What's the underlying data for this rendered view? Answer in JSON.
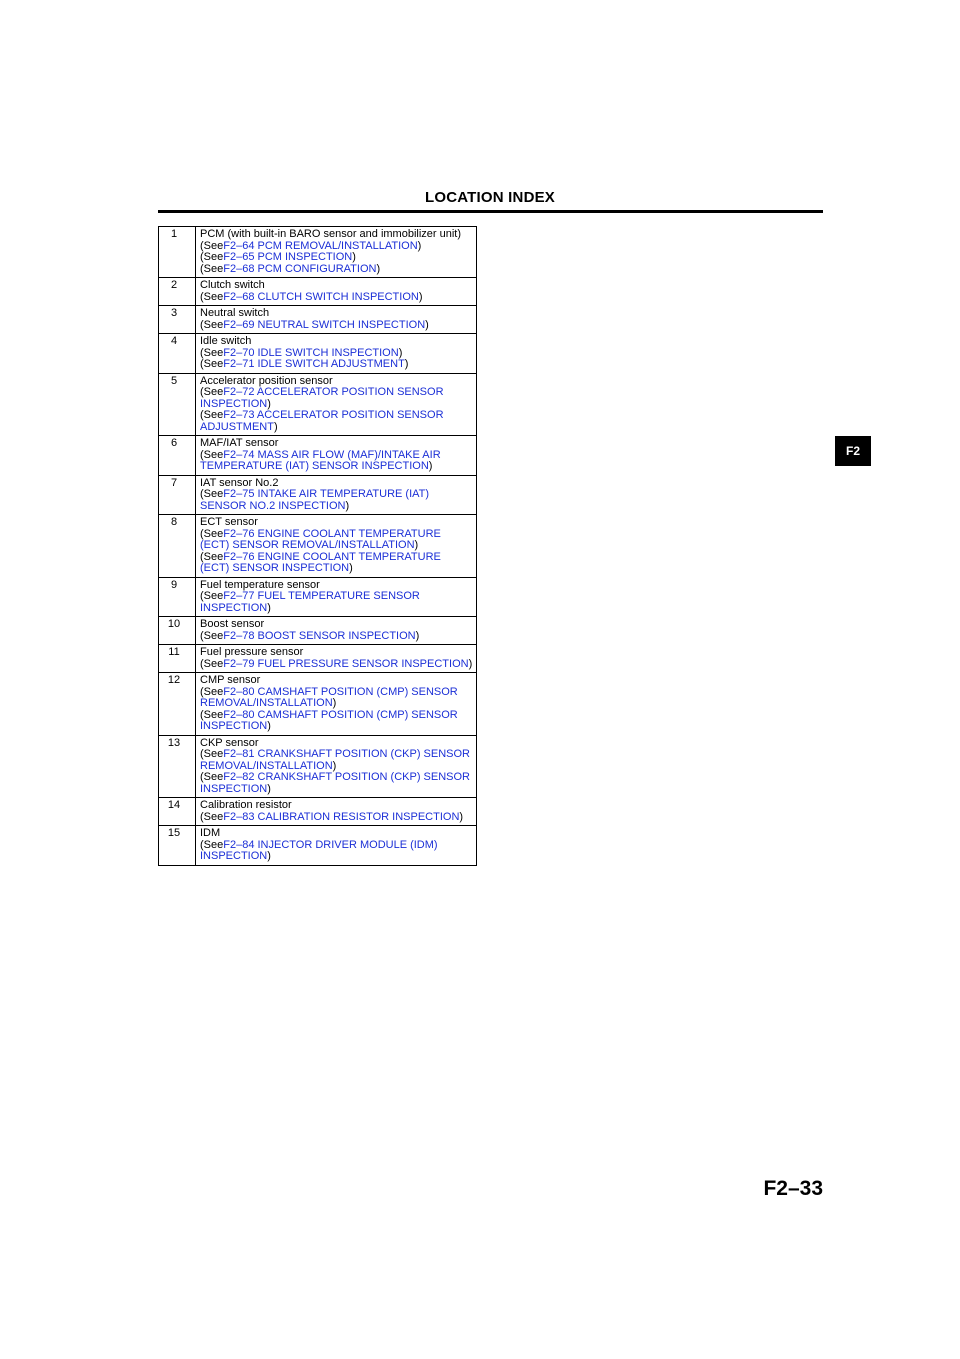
{
  "header": {
    "title": "LOCATION INDEX"
  },
  "section_tab": "F2",
  "page_number": "F2–33",
  "rows": [
    {
      "num": "1",
      "name": "PCM (with built-in BARO sensor and immobilizer unit)",
      "refs": [
        {
          "prefix": "(See",
          "link": "F2–64 PCM REMOVAL/INSTALLATION",
          "suffix": ")"
        },
        {
          "prefix": "(See",
          "link": "F2–65 PCM INSPECTION",
          "suffix": ")"
        },
        {
          "prefix": "(See",
          "link": "F2–68 PCM CONFIGURATION",
          "suffix": ")"
        }
      ]
    },
    {
      "num": "2",
      "name": "Clutch switch",
      "refs": [
        {
          "prefix": "(See",
          "link": "F2–68 CLUTCH SWITCH INSPECTION",
          "suffix": ")"
        }
      ]
    },
    {
      "num": "3",
      "name": "Neutral switch",
      "refs": [
        {
          "prefix": "(See",
          "link": "F2–69 NEUTRAL SWITCH INSPECTION",
          "suffix": ")"
        }
      ]
    },
    {
      "num": "4",
      "name": "Idle switch",
      "refs": [
        {
          "prefix": "(See",
          "link": "F2–70 IDLE SWITCH INSPECTION",
          "suffix": ")"
        },
        {
          "prefix": "(See",
          "link": "F2–71 IDLE SWITCH ADJUSTMENT",
          "suffix": ")"
        }
      ]
    },
    {
      "num": "5",
      "name": "Accelerator position sensor",
      "refs": [
        {
          "prefix": "(See",
          "link": "F2–72 ACCELERATOR POSITION SENSOR INSPECTION",
          "suffix": ")"
        },
        {
          "prefix": "(See",
          "link": "F2–73 ACCELERATOR POSITION SENSOR ADJUSTMENT",
          "suffix": ")"
        }
      ]
    },
    {
      "num": "6",
      "name": "MAF/IAT sensor",
      "refs": [
        {
          "prefix": "(See",
          "link": "F2–74 MASS AIR FLOW (MAF)/INTAKE AIR TEMPERATURE (IAT) SENSOR INSPECTION",
          "suffix": ")"
        }
      ]
    },
    {
      "num": "7",
      "name": "IAT sensor No.2",
      "refs": [
        {
          "prefix": "(See",
          "link": "F2–75 INTAKE AIR TEMPERATURE (IAT) SENSOR NO.2 INSPECTION",
          "suffix": ")"
        }
      ]
    },
    {
      "num": "8",
      "name": "ECT sensor",
      "refs": [
        {
          "prefix": "(See",
          "link": "F2–76 ENGINE COOLANT TEMPERATURE (ECT) SENSOR REMOVAL/INSTALLATION",
          "suffix": ")"
        },
        {
          "prefix": "(See",
          "link": "F2–76 ENGINE COOLANT TEMPERATURE (ECT) SENSOR INSPECTION",
          "suffix": ")"
        }
      ]
    },
    {
      "num": "9",
      "name": "Fuel temperature sensor",
      "refs": [
        {
          "prefix": "(See",
          "link": "F2–77 FUEL TEMPERATURE SENSOR INSPECTION",
          "suffix": ")"
        }
      ]
    },
    {
      "num": "10",
      "name": "Boost sensor",
      "refs": [
        {
          "prefix": "(See",
          "link": "F2–78 BOOST SENSOR INSPECTION",
          "suffix": ")"
        }
      ]
    },
    {
      "num": "11",
      "name": "Fuel pressure sensor",
      "refs": [
        {
          "prefix": "(See",
          "link": "F2–79 FUEL PRESSURE SENSOR INSPECTION",
          "suffix": ")"
        }
      ]
    },
    {
      "num": "12",
      "name": "CMP sensor",
      "refs": [
        {
          "prefix": "(See",
          "link": "F2–80 CAMSHAFT POSITION (CMP) SENSOR REMOVAL/INSTALLATION",
          "suffix": ")"
        },
        {
          "prefix": "(See",
          "link": "F2–80 CAMSHAFT POSITION (CMP) SENSOR INSPECTION",
          "suffix": ")"
        }
      ]
    },
    {
      "num": "13",
      "name": "CKP sensor",
      "refs": [
        {
          "prefix": "(See",
          "link": "F2–81 CRANKSHAFT POSITION (CKP) SENSOR REMOVAL/INSTALLATION",
          "suffix": ")"
        },
        {
          "prefix": "(See",
          "link": "F2–82 CRANKSHAFT POSITION (CKP) SENSOR INSPECTION",
          "suffix": ")"
        }
      ]
    },
    {
      "num": "14",
      "name": "Calibration resistor",
      "refs": [
        {
          "prefix": "(See",
          "link": "F2–83 CALIBRATION RESISTOR INSPECTION",
          "suffix": ")"
        }
      ]
    },
    {
      "num": "15",
      "name": "IDM",
      "refs": [
        {
          "prefix": "(See",
          "link": "F2–84 INJECTOR DRIVER MODULE (IDM) INSPECTION",
          "suffix": ")"
        }
      ]
    }
  ]
}
